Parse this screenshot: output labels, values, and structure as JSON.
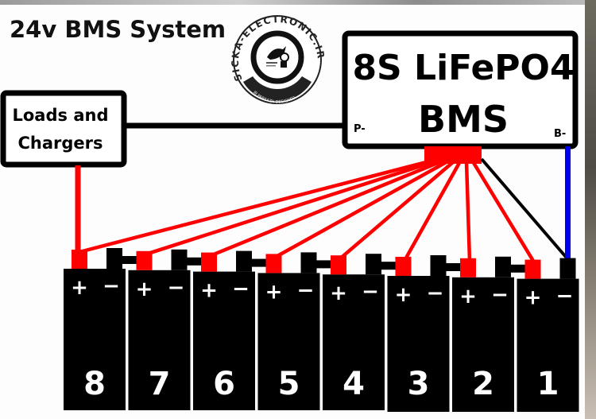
{
  "title": "24v BMS System",
  "logo": {
    "ring_text": "SICKA-ELECTRONIC.IR",
    "bottom_text": "IR PARSAZH DESIGNED",
    "icon": "bird-gear-emblem-icon"
  },
  "bms": {
    "line1": "8S LiFePO4",
    "line2": "BMS",
    "p_terminal": "P-",
    "b_terminal": "B-"
  },
  "loads": {
    "line1": "Loads and",
    "line2": "Chargers"
  },
  "colors": {
    "balance_wire": "#ff0000",
    "b_minus_wire": "#0000ee",
    "series_link": "#000000",
    "cell_body": "#000000",
    "cell_text": "#ffffff"
  },
  "cells": [
    {
      "number": "8",
      "plus": "+",
      "minus": "−"
    },
    {
      "number": "7",
      "plus": "+",
      "minus": "−"
    },
    {
      "number": "6",
      "plus": "+",
      "minus": "−"
    },
    {
      "number": "5",
      "plus": "+",
      "minus": "−"
    },
    {
      "number": "4",
      "plus": "+",
      "minus": "−"
    },
    {
      "number": "3",
      "plus": "+",
      "minus": "−"
    },
    {
      "number": "2",
      "plus": "+",
      "minus": "−"
    },
    {
      "number": "1",
      "plus": "+",
      "minus": "−"
    }
  ]
}
